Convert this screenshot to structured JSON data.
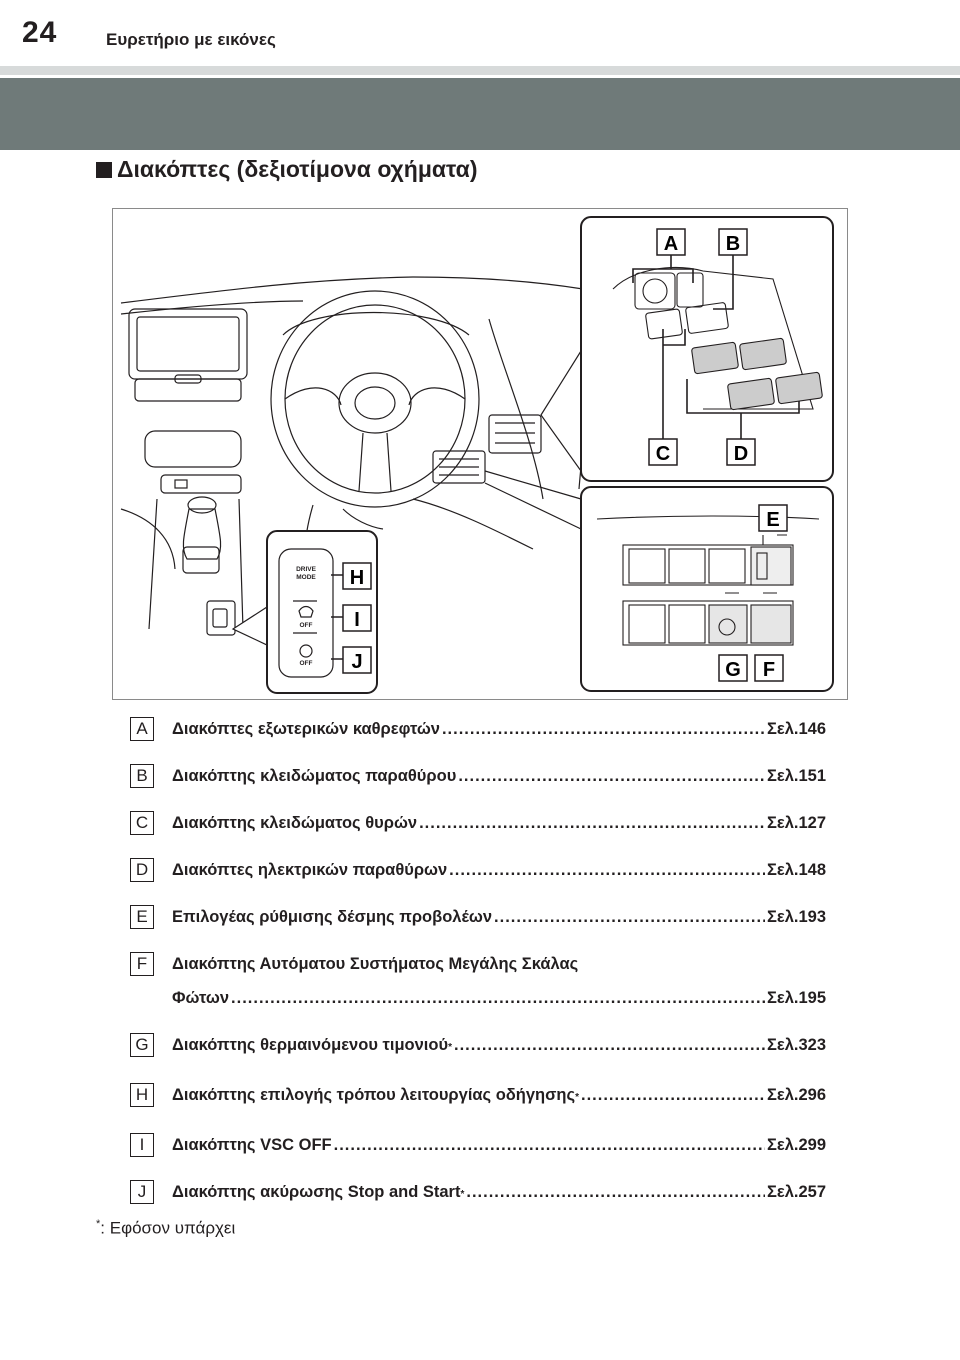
{
  "header": {
    "page_number": "24",
    "title": "Ευρετήριο με εικόνες"
  },
  "section": {
    "title": "Διακόπτες (δεξιοτίμονα οχήματα)"
  },
  "illustration": {
    "callouts": [
      "A",
      "B",
      "C",
      "D",
      "E",
      "F",
      "G",
      "H",
      "I",
      "J"
    ],
    "drive_mode_label_1": "DRIVE",
    "drive_mode_label_2": "MODE",
    "vsc_off_label": "OFF",
    "stop_start_off_label": "OFF"
  },
  "entries": [
    {
      "letter": "A",
      "text": "Διακόπτες εξωτερικών καθρεφτών",
      "page": "Σελ.146"
    },
    {
      "letter": "B",
      "text": "Διακόπτης κλειδώματος παραθύρου",
      "page": "Σελ.151"
    },
    {
      "letter": "C",
      "text": "Διακόπτης κλειδώματος θυρών",
      "page": "Σελ.127"
    },
    {
      "letter": "D",
      "text": "Διακόπτες ηλεκτρικών παραθύρων",
      "page": "Σελ.148"
    },
    {
      "letter": "E",
      "text": "Επιλογέας ρύθμισης δέσμης προβολέων",
      "page": "Σελ.193"
    },
    {
      "letter": "F",
      "text_line1": "Διακόπτης Αυτόματου Συστήματος Μεγάλης Σκάλας",
      "text_line2": "Φώτων",
      "page": "Σελ.195"
    },
    {
      "letter": "G",
      "text": "Διακόπτης θερμαινόμενου τιμονιού",
      "mark": "*",
      "page": "Σελ.323"
    },
    {
      "letter": "H",
      "text": "Διακόπτης επιλογής τρόπου λειτουργίας οδήγησης",
      "mark": "*",
      "page": "Σελ.296"
    },
    {
      "letter": "I",
      "text": "Διακόπτης VSC OFF",
      "page": "Σελ.299"
    },
    {
      "letter": "J",
      "text": "Διακόπτης ακύρωσης Stop and Start",
      "mark": "*",
      "page": "Σελ.257"
    }
  ],
  "footnote": {
    "mark": "*",
    "text": ": Εφόσον υπάρχει"
  }
}
